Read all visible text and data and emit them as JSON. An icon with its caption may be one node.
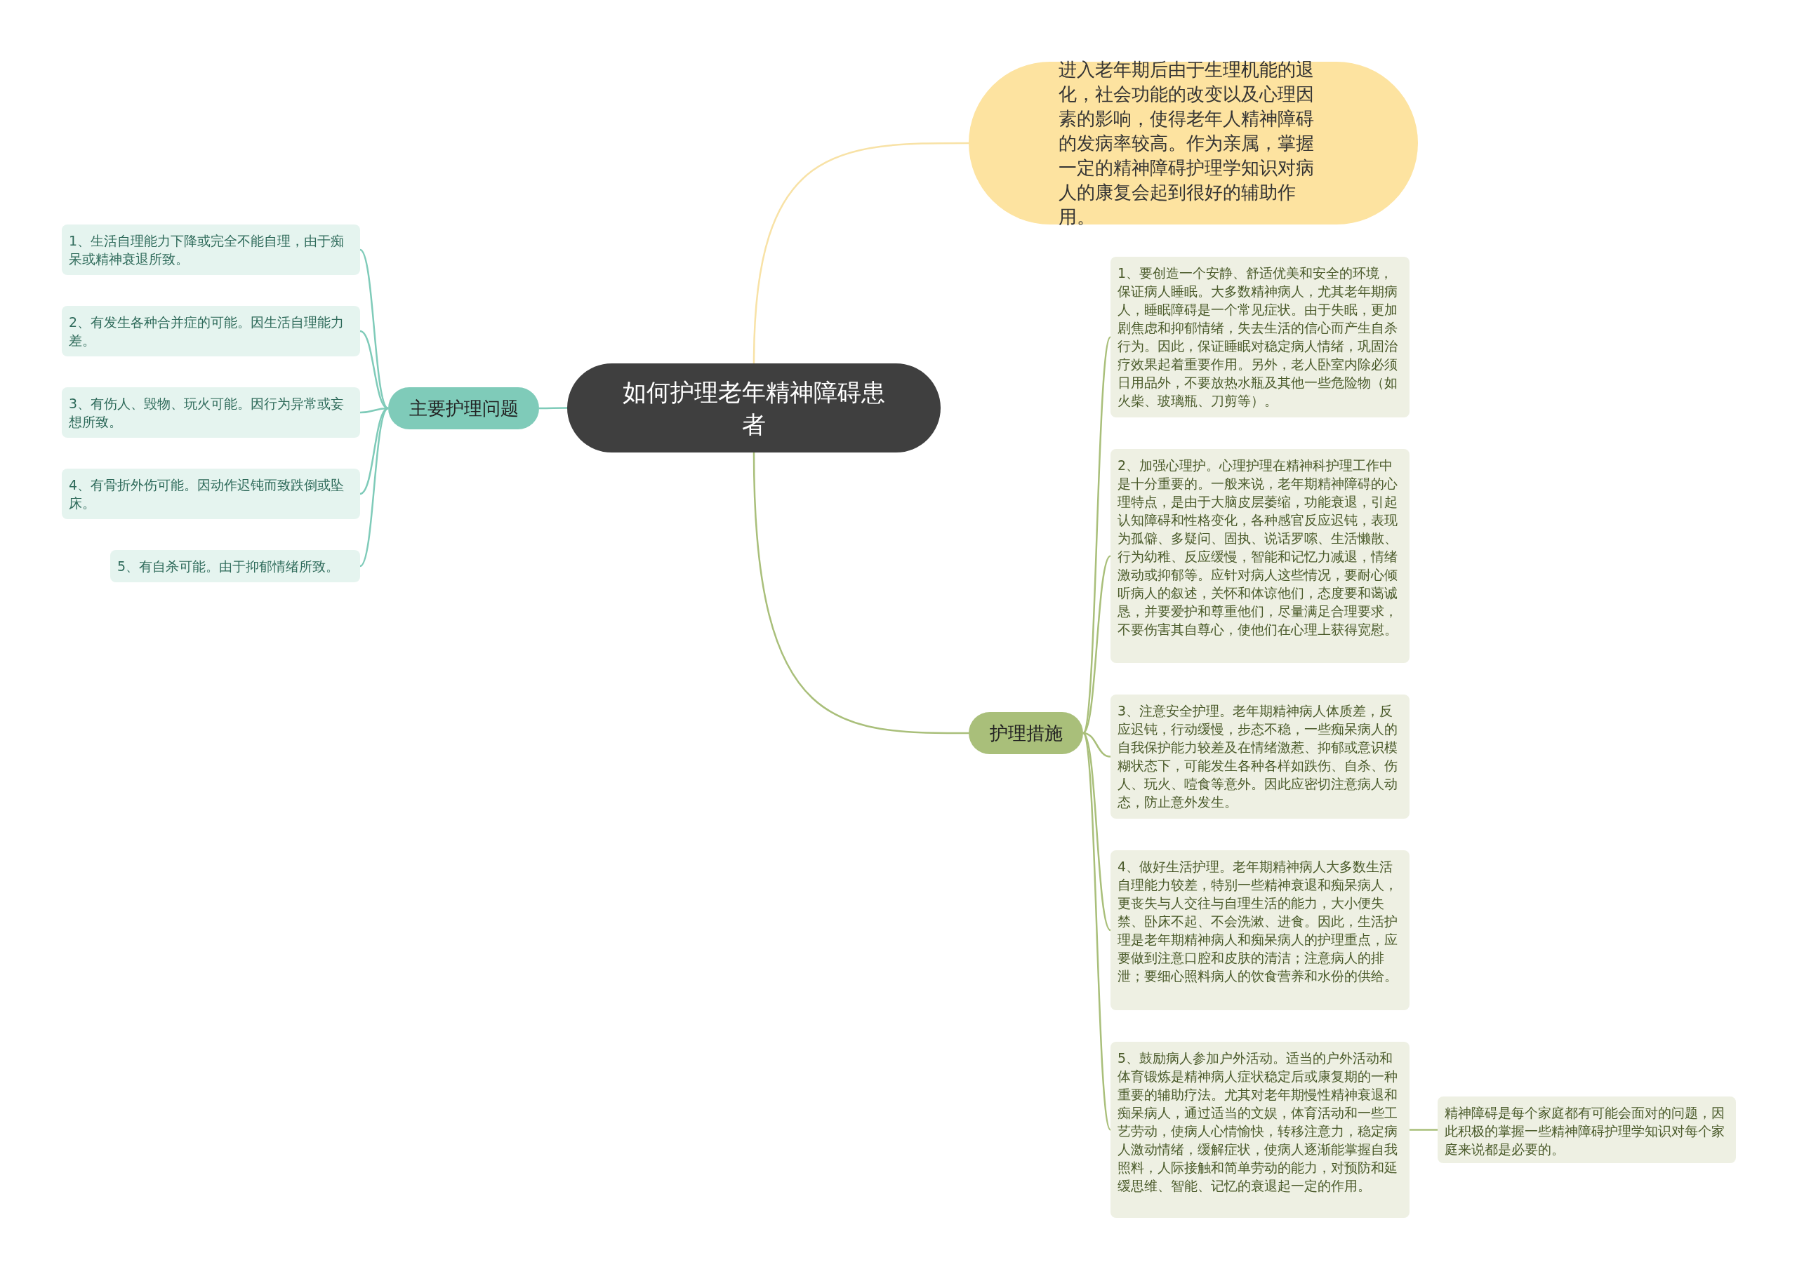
{
  "diagram": {
    "nodes": [
      {
        "text": [
          "如何护理老年精神障碍患者"
        ]
      },
      {
        "text": [
          "进入老年期后由于生理机能的退化，社会功能的改变以及心理因素的影响，使得老年人精神障碍的发病率较高。作为亲属，掌握一定的精神障碍护理学知识对病人的康复会起到很好的辅助作用。"
        ]
      },
      {
        "text": [
          "主要护理问题"
        ]
      },
      {
        "text": [
          "1、生活自理能力下降或完全不能自理，由于痴呆或精神衰退所致。"
        ]
      },
      {
        "text": [
          "2、有发生各种合并症的可能。因生活自理能力差。"
        ]
      },
      {
        "text": [
          "3、有伤人、毁物、玩火可能。因行为异常或妄想所致。"
        ]
      },
      {
        "text": [
          "4、有骨折外伤可能。因动作迟钝而致跌倒或坠床。"
        ]
      },
      {
        "text": [
          "5、有自杀可能。由于抑郁情绪所致。"
        ]
      },
      {
        "text": [
          "护理措施"
        ]
      },
      {
        "text": [
          "1、要创造一个安静、舒适优美和安全的环境，保证病人睡眠。大多数精神病人，尤其老年期病人，睡眠障碍是一个常见症状。由于失眠，更加剧焦虑和抑郁情绪，失去生活的信心而产生自杀行为。因此，保证睡眠对稳定病人情绪，巩固治疗效果起着重要作用。另外，老人卧室内除必须日用品外，不要放热水瓶及其他一些危险物（如火柴、玻璃瓶、刀剪等）。"
        ]
      },
      {
        "text": [
          "2、加强心理护。心理护理在精神科护理工作中是十分重要的。一般来说，老年期精神障碍的心理特点，是由于大脑皮层萎缩，功能衰退，引起认知障碍和性格变化，各种感官反应迟钝，表现为孤僻、多疑问、固执、说话罗嗦、生活懒散、行为幼稚、反应缓慢，智能和记忆力减退，情绪激动或抑郁等。应针对病人这些情况，要耐心倾听病人的叙述，关怀和体谅他们，态度要和蔼诚恳，并要爱护和尊重他们，尽量满足合理要求，不要伤害其自尊心，使他们在心理上获得宽慰。"
        ]
      },
      {
        "text": [
          "3、注意安全护理。老年期精神病人体质差，反应迟钝，行动缓慢，步态不稳，一些痴呆病人的自我保护能力较差及在情绪激惹、抑郁或意识模糊状态下，可能发生各种各样如跌伤、自杀、伤人、玩火、噎食等意外。因此应密切注意病人动态，防止意外发生。"
        ]
      },
      {
        "text": [
          "4、做好生活护理。老年期精神病人大多数生活自理能力较差，特别一些精神衰退和痴呆病人，更丧失与人交往与自理生活的能力，大小便失禁、卧床不起、不会洗漱、进食。因此，生活护理是老年期精神病人和痴呆病人的护理重点，应要做到注意口腔和皮肤的清洁；注意病人的排泄；要细心照料病人的饮食营养和水份的供给。"
        ]
      },
      {
        "text": [
          "5、鼓励病人参加户外活动。适当的户外活动和体育锻炼是精神病人症状稳定后或康复期的一种重要的辅助疗法。尤其对老年期慢性精神衰退和痴呆病人，通过适当的文娱，体育活动和一些工艺劳动，使病人心情愉快，转移注意力，稳定病人激动情绪，缓解症状，使病人逐渐能掌握自我照料，人际接触和简单劳动的能力，对预防和延缓思维、智能、记忆的衰退起一定的作用。"
        ]
      },
      {
        "text": [
          "精神障碍是每个家庭都有可能会面对的问题，因此积极的掌握一些精神障碍护理学知识对每个家庭来说都是必要的。"
        ]
      }
    ],
    "edges": [
      {
        "from": 0,
        "to": 1,
        "arrow": "none",
        "color": "#f8e2a6"
      },
      {
        "from": 0,
        "to": 2,
        "arrow": "none",
        "color": "#7fcbb9"
      },
      {
        "from": 2,
        "to": 3,
        "arrow": "none",
        "color": "#7fcbb9"
      },
      {
        "from": 2,
        "to": 4,
        "arrow": "none",
        "color": "#7fcbb9"
      },
      {
        "from": 2,
        "to": 5,
        "arrow": "none",
        "color": "#7fcbb9"
      },
      {
        "from": 2,
        "to": 6,
        "arrow": "none",
        "color": "#7fcbb9"
      },
      {
        "from": 2,
        "to": 7,
        "arrow": "none",
        "color": "#7fcbb9"
      },
      {
        "from": 0,
        "to": 8,
        "arrow": "none"
      },
      {
        "from": 8,
        "to": 9,
        "arrow": "none"
      },
      {
        "from": 8,
        "to": 10,
        "arrow": "none"
      },
      {
        "from": 8,
        "to": 11,
        "arrow": "none"
      },
      {
        "from": 8,
        "to": 12,
        "arrow": "none"
      },
      {
        "from": 8,
        "to": 13,
        "arrow": "none"
      },
      {
        "from": 13,
        "to": 14,
        "arrow": "none"
      }
    ]
  }
}
